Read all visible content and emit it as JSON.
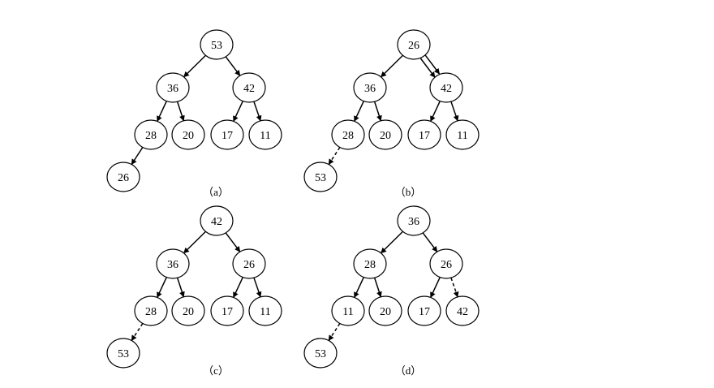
{
  "panels": [
    {
      "caption": "（a）",
      "nodes": [
        {
          "id": "n1",
          "label": "53"
        },
        {
          "id": "n2",
          "label": "36"
        },
        {
          "id": "n3",
          "label": "42"
        },
        {
          "id": "n4",
          "label": "28"
        },
        {
          "id": "n5",
          "label": "20"
        },
        {
          "id": "n6",
          "label": "17"
        },
        {
          "id": "n7",
          "label": "11"
        },
        {
          "id": "n8",
          "label": "26"
        }
      ],
      "edges": [
        {
          "from": "n1",
          "to": "n2",
          "style": "solid"
        },
        {
          "from": "n1",
          "to": "n3",
          "style": "solid"
        },
        {
          "from": "n2",
          "to": "n4",
          "style": "solid"
        },
        {
          "from": "n2",
          "to": "n5",
          "style": "solid"
        },
        {
          "from": "n3",
          "to": "n6",
          "style": "solid"
        },
        {
          "from": "n3",
          "to": "n7",
          "style": "solid"
        },
        {
          "from": "n4",
          "to": "n8",
          "style": "solid"
        }
      ]
    },
    {
      "caption": "（b）",
      "nodes": [
        {
          "id": "n1",
          "label": "26"
        },
        {
          "id": "n2",
          "label": "36"
        },
        {
          "id": "n3",
          "label": "42"
        },
        {
          "id": "n4",
          "label": "28"
        },
        {
          "id": "n5",
          "label": "20"
        },
        {
          "id": "n6",
          "label": "17"
        },
        {
          "id": "n7",
          "label": "11"
        },
        {
          "id": "n8",
          "label": "53"
        }
      ],
      "edges": [
        {
          "from": "n1",
          "to": "n2",
          "style": "solid"
        },
        {
          "from": "n1",
          "to": "n3",
          "style": "double"
        },
        {
          "from": "n2",
          "to": "n4",
          "style": "solid"
        },
        {
          "from": "n2",
          "to": "n5",
          "style": "solid"
        },
        {
          "from": "n3",
          "to": "n6",
          "style": "solid"
        },
        {
          "from": "n3",
          "to": "n7",
          "style": "solid"
        },
        {
          "from": "n4",
          "to": "n8",
          "style": "dashed"
        }
      ]
    },
    {
      "caption": "（c）",
      "nodes": [
        {
          "id": "n1",
          "label": "42"
        },
        {
          "id": "n2",
          "label": "36"
        },
        {
          "id": "n3",
          "label": "26"
        },
        {
          "id": "n4",
          "label": "28"
        },
        {
          "id": "n5",
          "label": "20"
        },
        {
          "id": "n6",
          "label": "17"
        },
        {
          "id": "n7",
          "label": "11"
        },
        {
          "id": "n8",
          "label": "53"
        }
      ],
      "edges": [
        {
          "from": "n1",
          "to": "n2",
          "style": "solid"
        },
        {
          "from": "n1",
          "to": "n3",
          "style": "solid"
        },
        {
          "from": "n2",
          "to": "n4",
          "style": "solid"
        },
        {
          "from": "n2",
          "to": "n5",
          "style": "solid"
        },
        {
          "from": "n3",
          "to": "n6",
          "style": "solid"
        },
        {
          "from": "n3",
          "to": "n7",
          "style": "solid"
        },
        {
          "from": "n4",
          "to": "n8",
          "style": "dashed"
        }
      ]
    },
    {
      "caption": "（d）",
      "nodes": [
        {
          "id": "n1",
          "label": "36"
        },
        {
          "id": "n2",
          "label": "28"
        },
        {
          "id": "n3",
          "label": "26"
        },
        {
          "id": "n4",
          "label": "11"
        },
        {
          "id": "n5",
          "label": "20"
        },
        {
          "id": "n6",
          "label": "17"
        },
        {
          "id": "n7",
          "label": "42"
        },
        {
          "id": "n8",
          "label": "53"
        }
      ],
      "edges": [
        {
          "from": "n1",
          "to": "n2",
          "style": "solid"
        },
        {
          "from": "n1",
          "to": "n3",
          "style": "solid"
        },
        {
          "from": "n2",
          "to": "n4",
          "style": "solid"
        },
        {
          "from": "n2",
          "to": "n5",
          "style": "solid"
        },
        {
          "from": "n3",
          "to": "n6",
          "style": "solid"
        },
        {
          "from": "n3",
          "to": "n7",
          "style": "dashed"
        },
        {
          "from": "n4",
          "to": "n8",
          "style": "dashed"
        }
      ]
    }
  ]
}
